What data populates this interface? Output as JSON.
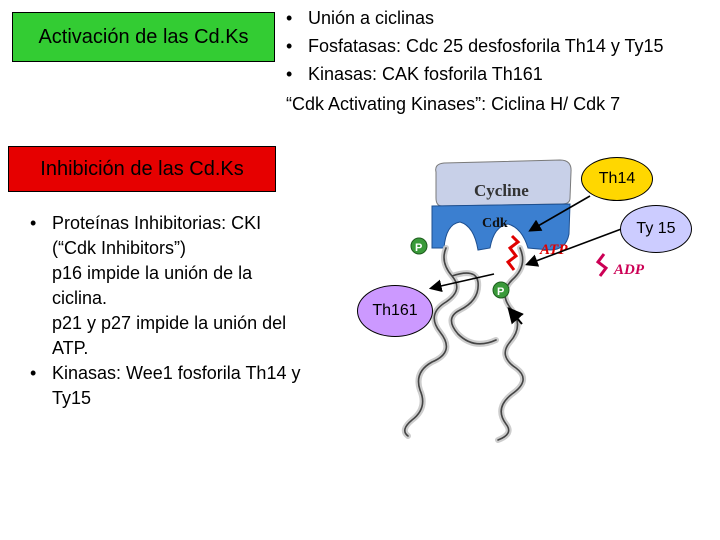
{
  "activation": {
    "title": "Activación de las Cd.Ks",
    "items": [
      "Unión a ciclinas",
      "Fosfatasas: Cdc 25 desfosforila Th14 y Ty15",
      "Kinasas: CAK fosforila Th161"
    ],
    "cak_line": "“Cdk Activating Kinases”: Ciclina H/ Cdk 7"
  },
  "inhibition": {
    "title": "Inhibición de las Cd.Ks",
    "items": [
      {
        "lines": [
          "Proteínas Inhibitorias: CKI",
          "(“Cdk Inhibitors”)",
          "p16 impide la unión de la",
          "ciclina.",
          "p21 y p27 impide la unión del",
          "ATP."
        ]
      },
      {
        "lines": [
          "Kinasas: Wee1 fosforila Th14 y",
          "Ty15"
        ]
      }
    ]
  },
  "diagram": {
    "cyclin_label": "Cycline",
    "cdk_label": "Cdk",
    "phosphate_label": "P",
    "atp_label": "ATP",
    "adp_label": "ADP",
    "site_labels": {
      "th14": "Th14",
      "ty15": "Ty 15",
      "th161": "Th161"
    },
    "colors": {
      "cyclin": "#c8d0e8",
      "cdk": "#3b7fd0",
      "phosphate": "#3a9a3a",
      "atp": "#e00000",
      "adp": "#cc0055"
    }
  }
}
